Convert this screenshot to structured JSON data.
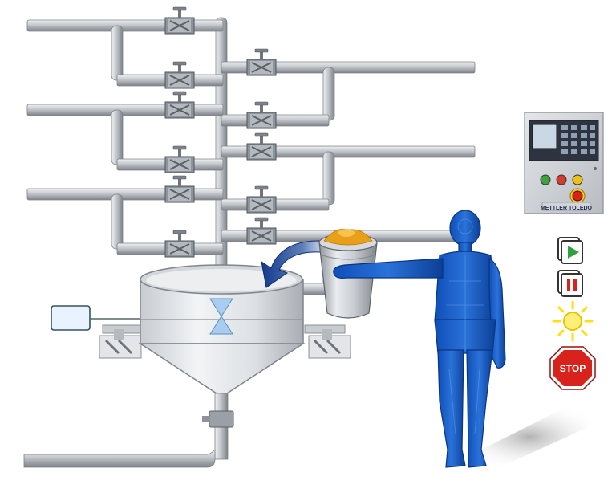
{
  "terminal": {
    "brand": "METTLER TOLEDO",
    "buttons": [
      {
        "name": "green-button",
        "color": "#3fa142"
      },
      {
        "name": "red-button",
        "color": "#d63a2a"
      },
      {
        "name": "yellow-button",
        "color": "#e8c21a"
      }
    ],
    "emergency_stop_color": "#d8221c"
  },
  "controls": {
    "start_icon": "play-icon",
    "pause_icon": "pause-icon",
    "light_icon": "signal-light-icon",
    "stop_label": "STOP"
  },
  "colors": {
    "pipe": "#b9bdc2",
    "operator": "#1d5fc4",
    "powder": "#e8a018",
    "flow_arrow": "#1d3f8c",
    "stop_sign": "#d8221c",
    "light": "#ffdf10"
  }
}
